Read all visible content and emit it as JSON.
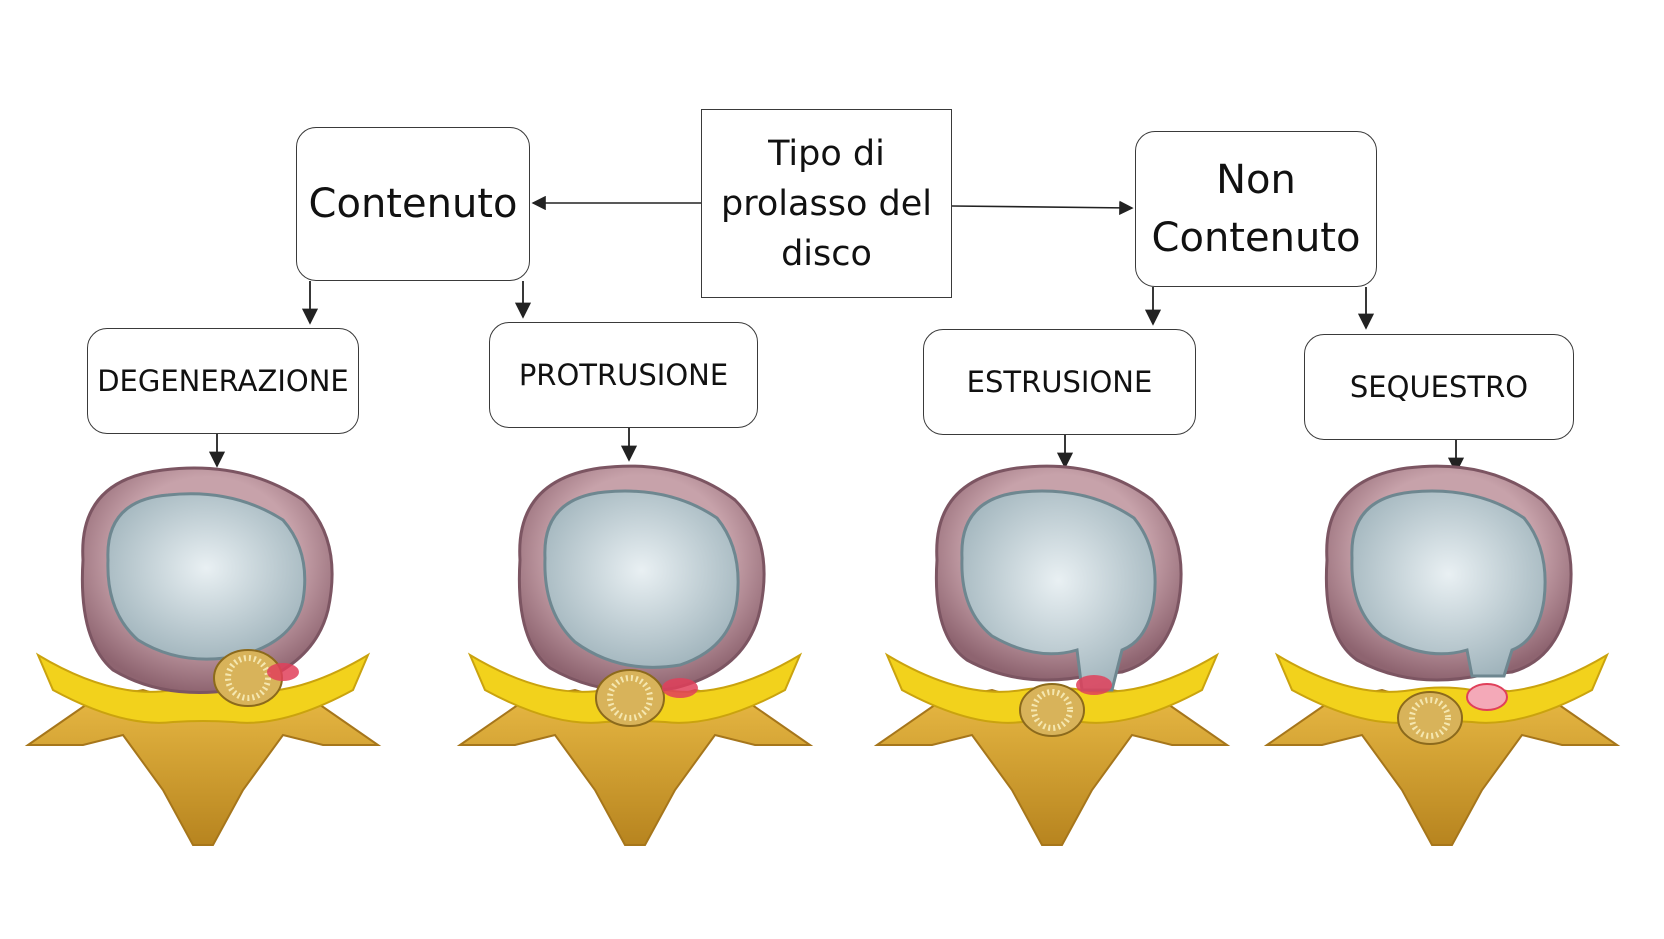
{
  "root": {
    "line1": "Tipo di",
    "line2": "prolasso del",
    "line3": "disco"
  },
  "contained": {
    "label": "Contenuto"
  },
  "not_contained": {
    "line1": "Non",
    "line2": "Contenuto"
  },
  "stages": [
    {
      "label": "DEGENERAZIONE"
    },
    {
      "label": "PROTRUSIONE"
    },
    {
      "label": "ESTRUSIONE"
    },
    {
      "label": "SEQUESTRO"
    }
  ],
  "colors": {
    "annulus": "#b08a93",
    "nucleus": "#c9d6dc",
    "ligament": "#f2d21c",
    "bone": "#d9a93a",
    "spinal_cord": "#c79a3a",
    "inflammation": "#e0405a",
    "border": "#3a3a3a"
  }
}
